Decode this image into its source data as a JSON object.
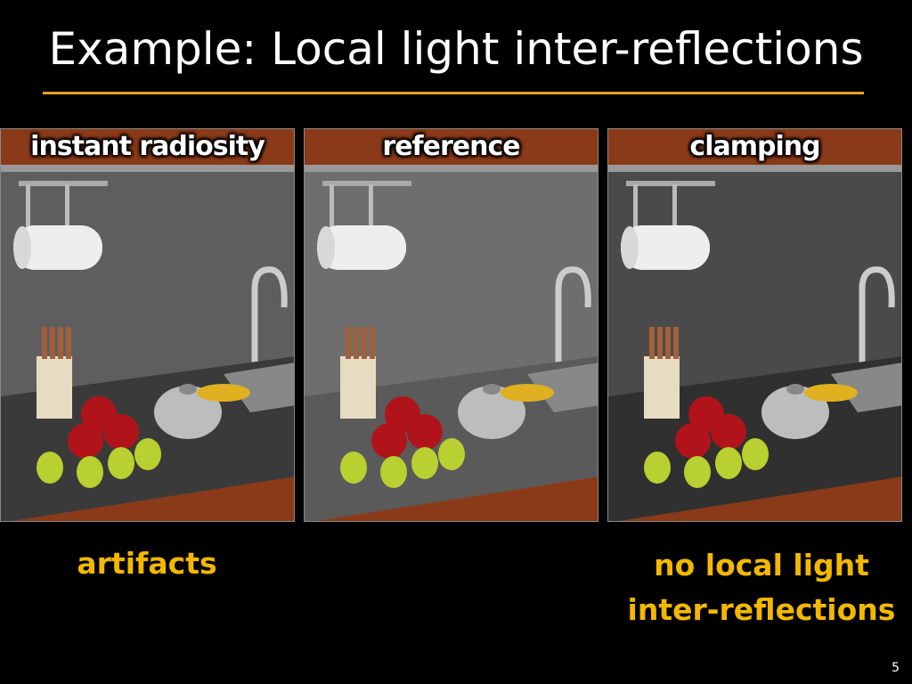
{
  "slide": {
    "title": "Example: Local light inter-reflections",
    "page_number": "5"
  },
  "panels": [
    {
      "label": "instant radiosity",
      "tone": "#5e5e5e",
      "counter": "#3a3a3a"
    },
    {
      "label": "reference",
      "tone": "#6e6e6e",
      "counter": "#5a5a5a"
    },
    {
      "label": "clamping",
      "tone": "#4a4a4a",
      "counter": "#303030"
    }
  ],
  "captions": {
    "left": "artifacts",
    "right_line1": "no local light",
    "right_line2": "inter-reflections"
  },
  "colors": {
    "accent_rule": "#e8a020",
    "caption": "#f2b800",
    "wood": "#8a3a18"
  }
}
